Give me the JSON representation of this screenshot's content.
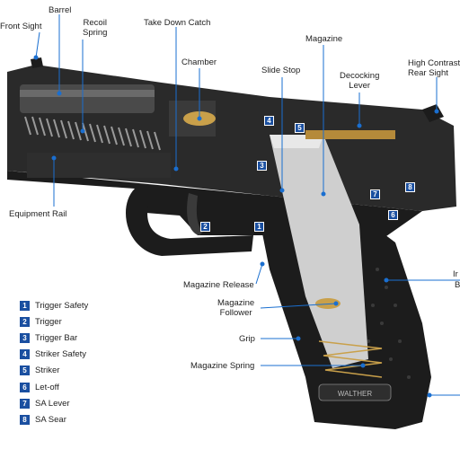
{
  "labels": {
    "front_sight": "Front Sight",
    "barrel": "Barrel",
    "recoil_spring": "Recoil\nSpring",
    "take_down_catch": "Take Down Catch",
    "chamber": "Chamber",
    "magazine": "Magazine",
    "slide_stop": "Slide Stop",
    "decocking_lever": "Decocking\nLever",
    "high_contrast_rear_sight": "High Contrast\nRear Sight",
    "equipment_rail": "Equipment Rail",
    "magazine_release": "Magazine Release",
    "magazine_follower": "Magazine\nFollower",
    "grip": "Grip",
    "magazine_spring": "Magazine Spring",
    "ir_cut": "Ir",
    "b_cut": "B"
  },
  "legend": [
    {
      "num": "1",
      "label": "Trigger Safety"
    },
    {
      "num": "2",
      "label": "Trigger"
    },
    {
      "num": "3",
      "label": "Trigger Bar"
    },
    {
      "num": "4",
      "label": "Striker Safety"
    },
    {
      "num": "5",
      "label": "Striker"
    },
    {
      "num": "6",
      "label": "Let-off"
    },
    {
      "num": "7",
      "label": "SA Lever"
    },
    {
      "num": "8",
      "label": "SA Sear"
    }
  ],
  "badges": [
    "1",
    "2",
    "3",
    "4",
    "5",
    "6",
    "7",
    "8"
  ],
  "brand_mark": "WALTHER",
  "colors": {
    "badge": "#1a4fa0",
    "leader": "#1a6fd0",
    "gun_dark": "#1c1c1c",
    "gun_mid": "#3a3a3a",
    "brass": "#c9a04a"
  }
}
